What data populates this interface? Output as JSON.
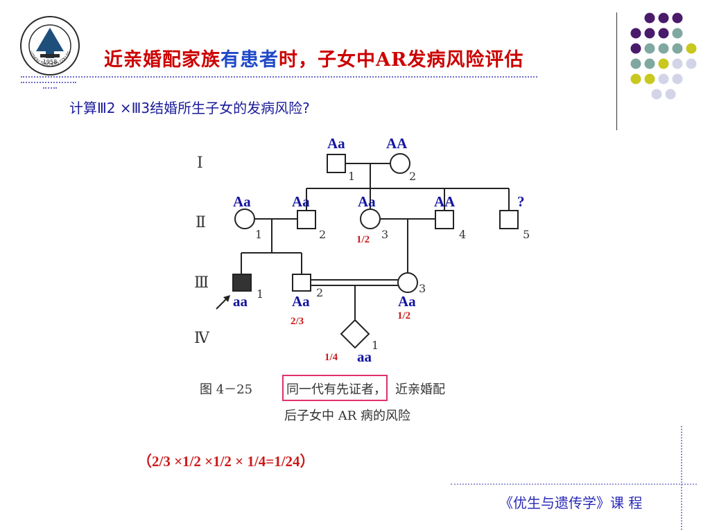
{
  "title": {
    "part1": "近亲婚配家族",
    "part2": "有患者",
    "part3": "时，子女中AR发病风险评估"
  },
  "question": "计算Ⅲ2 ×Ⅲ3结婚所生子女的发病风险?",
  "logo": {
    "year": "1958",
    "text": "HUZHOU TEACHERS COLLEGE"
  },
  "pedigree": {
    "generations": [
      "Ⅰ",
      "Ⅱ",
      "Ⅲ",
      "Ⅳ"
    ],
    "genotypes": {
      "I1": "Aa",
      "I2": "AA",
      "II1": "Aa",
      "II2": "Aa",
      "II3": "Aa",
      "II4": "AA",
      "II5": "?",
      "III1": "aa",
      "III2": "Aa",
      "III3": "Aa",
      "IV1": "aa"
    },
    "numbers": {
      "I1": "1",
      "I2": "2",
      "II1": "1",
      "II2": "2",
      "II3": "3",
      "II4": "4",
      "II5": "5",
      "III1": "1",
      "III2": "2",
      "III3": "3",
      "IV1": "1"
    },
    "probabilities": {
      "II3": "1/2",
      "III2": "2/3",
      "III3": "1/2",
      "IV1": "1/4"
    },
    "caption": {
      "fig": "图 4－25",
      "boxed": "同一代有先证者，",
      "rest1": "近亲婚配",
      "rest2": "后子女中 AR 病的风险"
    }
  },
  "formula": "（2/3 ×1/2  ×1/2 × 1/4=1/24）",
  "footer": "《优生与遗传学》课  程",
  "colors": {
    "title_red": "#cc0000",
    "title_blue": "#1f49c8",
    "genotype_blue": "#1414a0",
    "prob_red": "#cc1a1a",
    "purple": "#4a1a6b",
    "teal": "#7fa8a0",
    "yellow": "#c8c81e",
    "lavender": "#d4d4e8"
  }
}
